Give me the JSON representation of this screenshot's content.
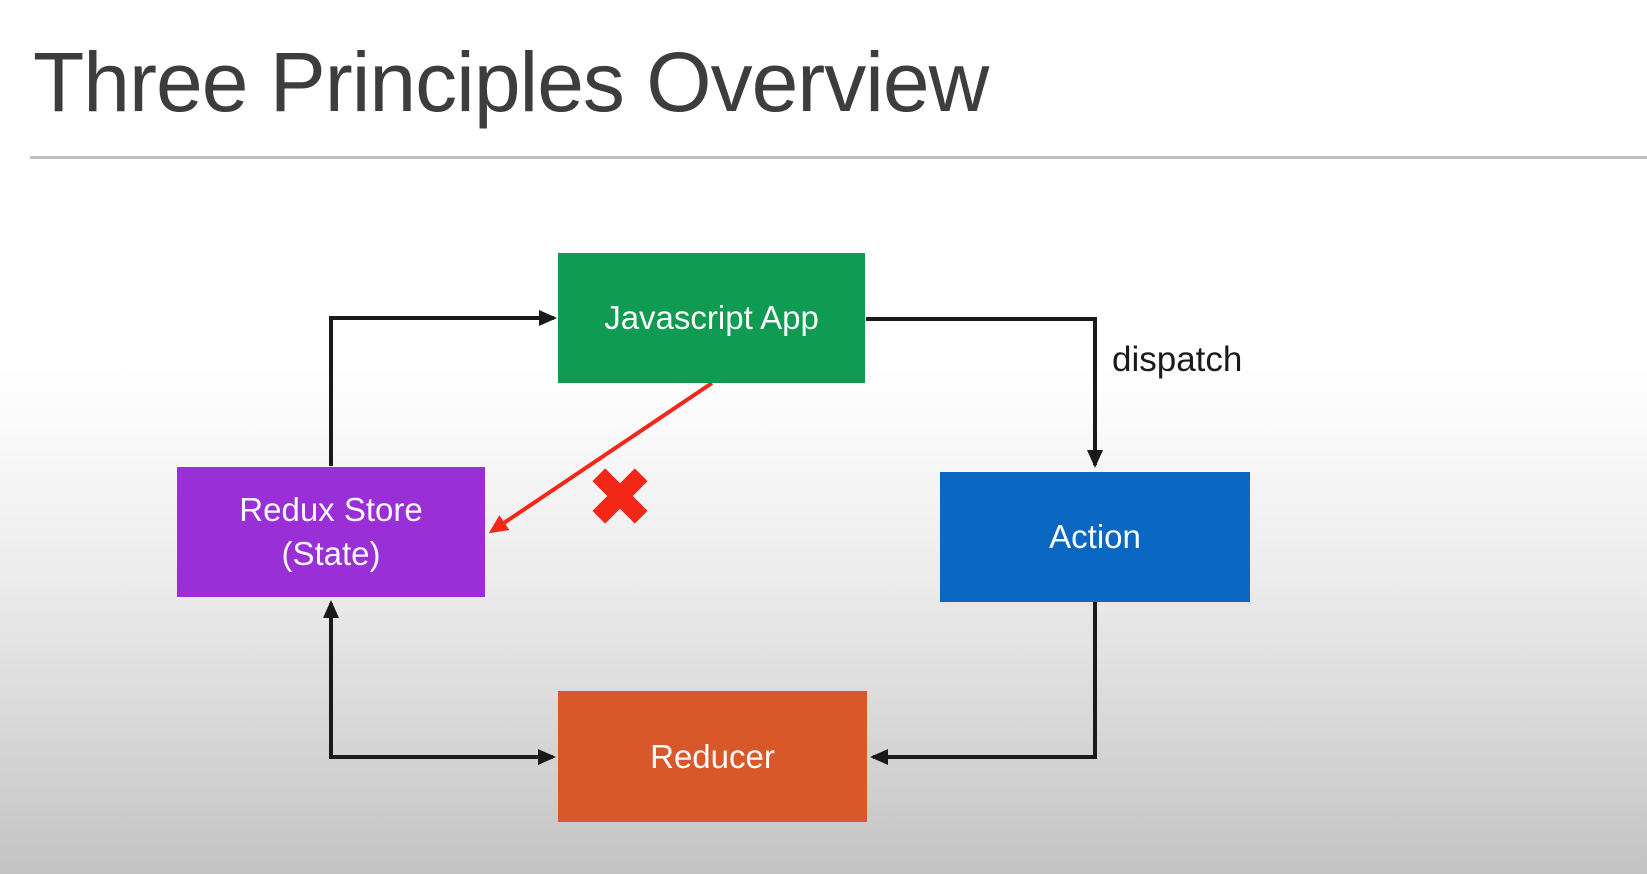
{
  "slide": {
    "title": "Three Principles Overview",
    "title_color": "#3d3d3d",
    "divider_color": "#c0c0c0",
    "background_top": "#ffffff",
    "background_bottom": "#c3c3c3"
  },
  "diagram": {
    "arrow_color": "#1a1a1a",
    "forbidden_color": "#f22718",
    "dispatch_label": "dispatch",
    "nodes": {
      "javascript_app": {
        "label": "Javascript App",
        "color": "#0f9b52",
        "text_color": "#fafafa"
      },
      "redux_store": {
        "label_line1": "Redux Store",
        "label_line2": "(State)",
        "color": "#9a2fd8",
        "text_color": "#fafafa"
      },
      "action": {
        "label": "Action",
        "color": "#0b68c2",
        "text_color": "#fafafa"
      },
      "reducer": {
        "label": "Reducer",
        "color": "#d8582a",
        "text_color": "#fafafa"
      }
    }
  }
}
